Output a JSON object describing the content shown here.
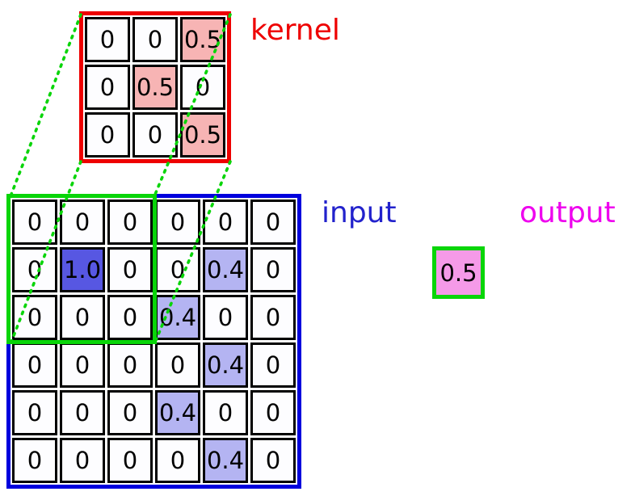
{
  "labels": {
    "kernel": "kernel",
    "input": "input",
    "output": "output"
  },
  "kernel_matrix": {
    "rows": [
      [
        "0",
        "0",
        "0.5"
      ],
      [
        "0",
        "0.5",
        "0"
      ],
      [
        "0",
        "0",
        "0.5"
      ]
    ]
  },
  "input_matrix": {
    "rows": [
      [
        "0",
        "0",
        "0",
        "0",
        "0",
        "0"
      ],
      [
        "0",
        "1.0",
        "0",
        "0",
        "0.4",
        "0"
      ],
      [
        "0",
        "0",
        "0",
        "0.4",
        "0",
        "0"
      ],
      [
        "0",
        "0",
        "0",
        "0",
        "0.4",
        "0"
      ],
      [
        "0",
        "0",
        "0",
        "0.4",
        "0",
        "0"
      ],
      [
        "0",
        "0",
        "0",
        "0",
        "0.4",
        "0"
      ]
    ]
  },
  "output": {
    "value": "0.5"
  },
  "colors": {
    "kernel_border": "#ee0000",
    "input_border": "#0000dd",
    "highlight": "#09d509",
    "output_border": "#09d509",
    "output_fill": "#f59ae8",
    "kernel_label": "#ee0000",
    "input_label": "#2222cc",
    "output_label": "#ee00ee",
    "zero_cell": "#fdfdff",
    "kernel_value_cell": "#f7b4b4",
    "input_strong_cell": "#5757e2",
    "input_weak_cell": "#b4b4f2"
  }
}
